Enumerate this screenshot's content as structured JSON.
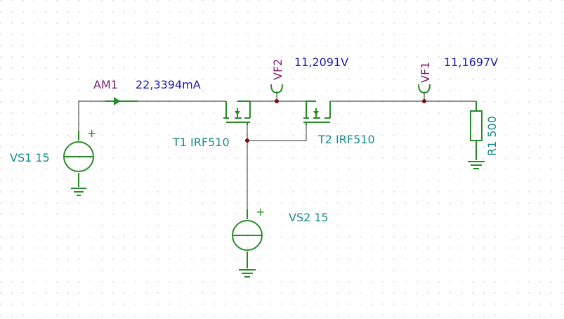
{
  "components": {
    "vs1": {
      "label": "VS1 15"
    },
    "vs2": {
      "label": "VS2 15"
    },
    "t1": {
      "label": "T1 IRF510"
    },
    "t2": {
      "label": "T2 IRF510"
    },
    "r1": {
      "label": "R1 500"
    },
    "am1": {
      "label": "AM1",
      "reading": "22,3394mA"
    },
    "vf1": {
      "label": "VF1",
      "reading": "11,1697V"
    },
    "vf2": {
      "label": "VF2",
      "reading": "11,2091V"
    }
  },
  "colors": {
    "component_label": "#1a8a8a",
    "meter_label": "#7a1a6e",
    "meter_reading": "#1a1aa8",
    "symbol": "#2a8a2a",
    "wire": "#555555",
    "node": "#7a1010"
  }
}
